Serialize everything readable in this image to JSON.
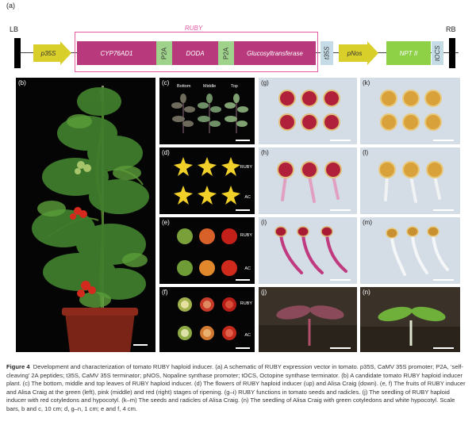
{
  "panel_a": {
    "label": "(a)",
    "lb": "LB",
    "rb": "RB",
    "ruby_box_label": "RUBY",
    "elements": {
      "p35s": "p35S",
      "cyp": "CYP76AD1",
      "p2a_1": "P2A",
      "doda": "DODA",
      "p2a_2": "P2A",
      "gluco": "Glucosyltransferase",
      "t35s": "t35S",
      "pnos": "pNos",
      "npt": "NPT II",
      "tocs": "tOCS"
    },
    "colors": {
      "promoter": "#d9cf2a",
      "cds": "#b83a7d",
      "p2a": "#9fd38c",
      "terminator": "#c5dbe6",
      "npt": "#8ed046",
      "ruby_box": "#e45aa5"
    }
  },
  "panels": {
    "b": "(b)",
    "c": "(c)",
    "d": "(d)",
    "e": "(e)",
    "f": "(f)",
    "g": "(g)",
    "h": "(h)",
    "i": "(i)",
    "j": "(j)",
    "k": "(k)",
    "l": "(l)",
    "m": "(m)",
    "n": "(n)"
  },
  "panel_c_labels": {
    "bottom": "Bottom",
    "middle": "Middle",
    "top": "Top"
  },
  "row_labels": {
    "d_top": "RUBY",
    "d_bottom": "AC",
    "e_top": "RUBY",
    "e_bottom": "AC",
    "f_top": "RUBY",
    "f_bottom": "AC"
  },
  "caption": {
    "title": "Figure 4",
    "text": "Development and characterization of tomato RUBY haploid inducer. (a) A schematic of RUBY expression vector in tomato. p35S, CaMV 35S promoter; P2A, ‘self-cleaving’ 2A peptides; t35S, CaMV 35S terminator; pNOS, Nopaline synthase promoter; tOCS, Octopine synthase terminator. (b) A candidate tomato RUBY haploid inducer plant. (c) The bottom, middle and top leaves of RUBY haploid inducer. (d) The flowers of RUBY haploid inducer (up) and Alisa Craig (down). (e, f) The fruits of RUBY inducer and Alisa Craig at the green (left), pink (middle) and red (right) stages of ripening. (g–i) RUBY functions in tomato seeds and radicles. (j) The seedling of RUBY haploid inducer with red cotyledons and hypocotyl. (k–m) The seeds and radicles of Alisa Craig. (n) The seedling of Alisa Craig with green cotyledons and white hypocotyl. Scale bars, b and c, 10 cm; d, g–n, 1 cm; e and f, 4 cm."
  }
}
